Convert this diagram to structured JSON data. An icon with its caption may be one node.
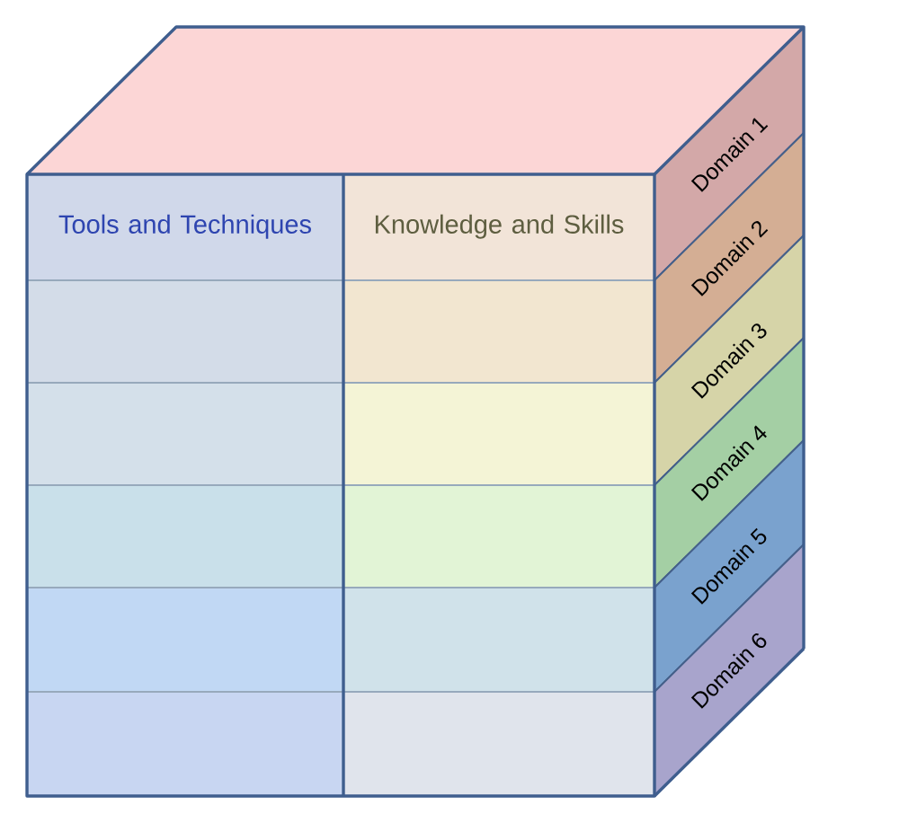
{
  "diagram": {
    "nodes": [
      {
        "text": [
          "Tools and Techniques"
        ]
      },
      {
        "text": [
          "Knowledge and Skills"
        ]
      },
      {
        "text": [],
        "shape": "box"
      },
      {
        "text": [],
        "shape": "box"
      },
      {
        "text": [],
        "shape": "box"
      },
      {
        "text": [],
        "shape": "box"
      },
      {
        "text": [],
        "shape": "box"
      },
      {
        "text": [],
        "shape": "box"
      },
      {
        "text": [],
        "shape": "box"
      },
      {
        "text": [],
        "shape": "box"
      },
      {
        "text": [],
        "shape": "box"
      },
      {
        "text": [],
        "shape": "box"
      },
      {
        "text": [
          "Domain 1"
        ]
      },
      {
        "text": [
          "Domain 2"
        ]
      },
      {
        "text": [
          "Domain 3"
        ]
      },
      {
        "text": [
          "Domain 4"
        ]
      },
      {
        "text": [
          "Domain 5"
        ]
      },
      {
        "text": [
          "Domain 6"
        ]
      }
    ]
  }
}
